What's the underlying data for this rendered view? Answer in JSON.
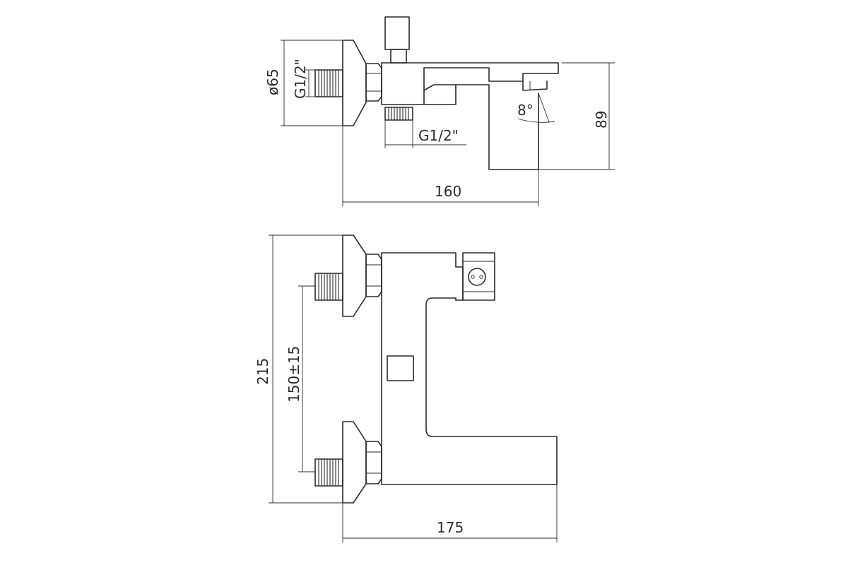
{
  "drawing": {
    "side_view": {
      "diameter_label": "ø65",
      "inlet_thread_label": "G1/2\"",
      "outlet_thread_label": "G1/2\"",
      "angle_label": "8°",
      "height_label": "89",
      "depth_label": "160"
    },
    "front_view": {
      "height_label": "215",
      "centers_label": "150±15",
      "width_label": "175"
    }
  }
}
